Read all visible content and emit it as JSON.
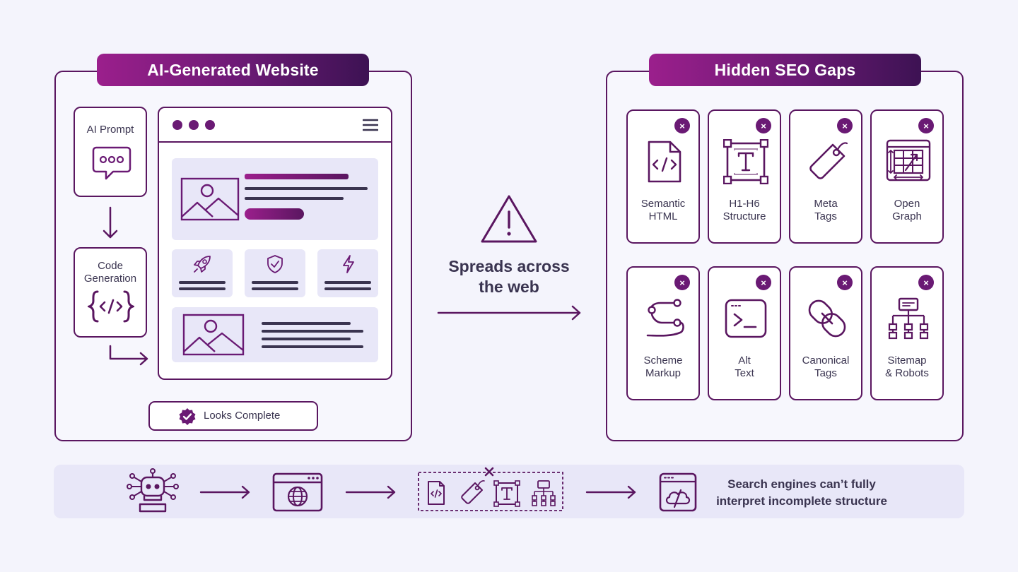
{
  "left_panel": {
    "title": "AI-Generated Website",
    "prompt_box": {
      "label": "AI Prompt",
      "icon": "chat-bubble-icon"
    },
    "code_box": {
      "label_line1": "Code",
      "label_line2": "Generation",
      "icon": "code-braces-icon"
    },
    "status_badge": {
      "label": "Looks Complete",
      "icon": "check-badge-icon"
    }
  },
  "middle": {
    "warning_icon": "warning-triangle-icon",
    "caption_line1": "Spreads across",
    "caption_line2": "the web"
  },
  "right_panel": {
    "title": "Hidden SEO Gaps",
    "cards": [
      {
        "line1": "Semantic",
        "line2": "HTML",
        "icon": "html-file-icon",
        "status": "missing"
      },
      {
        "line1": "H1-H6",
        "line2": "Structure",
        "icon": "text-frame-icon",
        "status": "missing"
      },
      {
        "line1": "Meta",
        "line2": "Tags",
        "icon": "tag-icon",
        "status": "missing"
      },
      {
        "line1": "Open",
        "line2": "Graph",
        "icon": "open-graph-grid-icon",
        "status": "missing"
      },
      {
        "line1": "Scheme",
        "line2": "Markup",
        "icon": "path-curve-icon",
        "status": "missing"
      },
      {
        "line1": "Alt",
        "line2": "Text",
        "icon": "terminal-icon",
        "status": "missing"
      },
      {
        "line1": "Canonical",
        "line2": "Tags",
        "icon": "chain-link-icon",
        "status": "missing"
      },
      {
        "line1": "Sitemap",
        "line2": "& Robots",
        "icon": "sitemap-icon",
        "status": "missing"
      }
    ],
    "close_glyph": "×"
  },
  "bottom_strip": {
    "steps": [
      "ai-robot-icon",
      "browser-globe-icon",
      "missing-elements-icon",
      "broken-cloud-browser-icon"
    ],
    "message_line1": "Search engines can’t fully",
    "message_line2": "interpret incomplete structure"
  },
  "colors": {
    "accent": "#5a1660",
    "gradient_start": "#9b1f8c",
    "gradient_end": "#3d1253",
    "light_fill": "#e8e7f8",
    "background": "#f4f4fc"
  }
}
